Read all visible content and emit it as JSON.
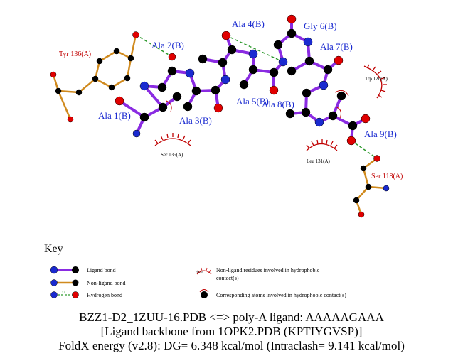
{
  "ligand_residues": [
    "Ala 1(B)",
    "Ala 2(B)",
    "Ala 3(B)",
    "Ala 4(B)",
    "Ala 5(B)",
    "Gly 6(B)",
    "Ala 7(B)",
    "Ala 8(B)",
    "Ala 9(B)"
  ],
  "nonligand_residues": [
    "Tyr 136(A)",
    "Ser 118(A)"
  ],
  "hydrophobic_residues": [
    "Ser 135(A)",
    "Leu 131(A)",
    "Trp 120(A)"
  ],
  "key": {
    "title": "Key",
    "ligand_bond": "Ligand bond",
    "nonligand_bond": "Non-ligand bond",
    "hydrogen_bond": "Hydrogen bond",
    "hbond_distance": "3.0",
    "hydrophobic_example": "His 53",
    "hydrophobic_residues_line1": "Non-ligand residues involved in hydrophobic",
    "hydrophobic_residues_line2": "contact(s)",
    "hydrophobic_atoms": "Corresponding atoms involved in hydrophobic contact(s)"
  },
  "caption": {
    "line1": "BZZ1-D2_1ZUU-16.PDB <=> poly-A ligand: AAAAAGAAA",
    "line2": "[Ligand backbone from 1OPK2.PDB (KPTIYGVSP)]",
    "line3": "FoldX energy (v2.8): DG= 6.348 kcal/mol (Intraclash= 9.141 kcal/mol)"
  },
  "colors": {
    "ligand_bond": "#8a2be2",
    "nonligand_bond": "#d08a1e",
    "hbond": "#2e9a2e",
    "carbon": "#000000",
    "oxygen": "#e00000",
    "nitrogen": "#1a2ad0",
    "ligand_label": "#1a2ad0",
    "nonligand_label": "#c00000",
    "hydrophobic_arc": "#c00000"
  }
}
